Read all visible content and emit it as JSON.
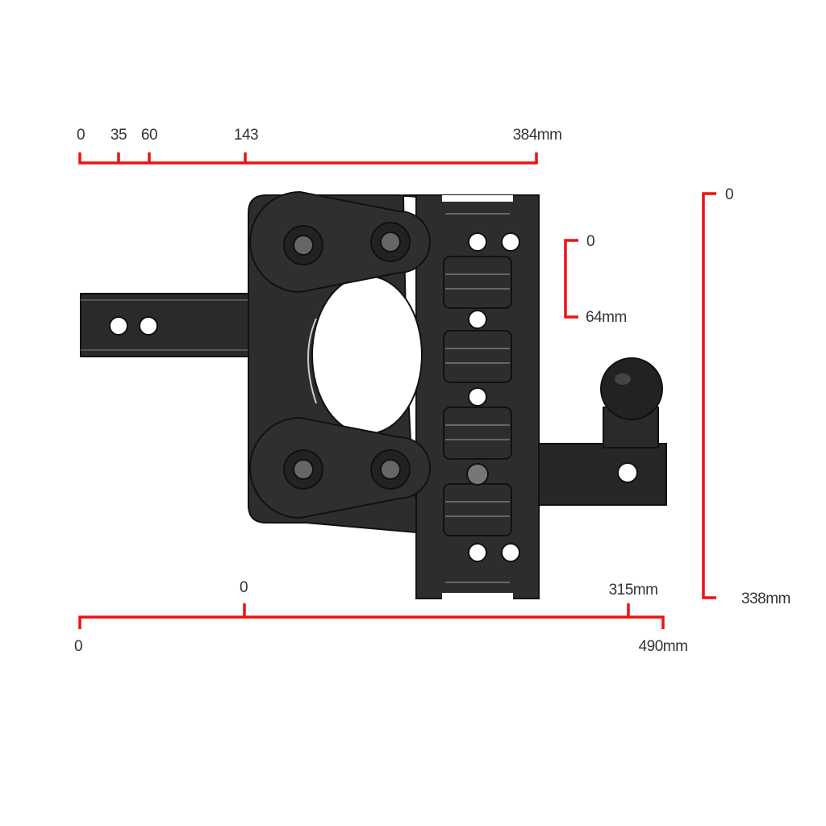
{
  "colors": {
    "dimension_line": "#ee1111",
    "part": "#2c2c2c",
    "outline": "#111111",
    "background": "#ffffff"
  },
  "top_scale": {
    "ticks": [
      "0",
      "35",
      "60",
      "143",
      "384mm"
    ]
  },
  "adjust_scale": {
    "start": "0",
    "end": "64mm"
  },
  "height_scale": {
    "start": "0",
    "end": "338mm"
  },
  "drop_scale": {
    "start": "0",
    "end": "315mm"
  },
  "overall_scale": {
    "start": "0",
    "end": "490mm"
  }
}
